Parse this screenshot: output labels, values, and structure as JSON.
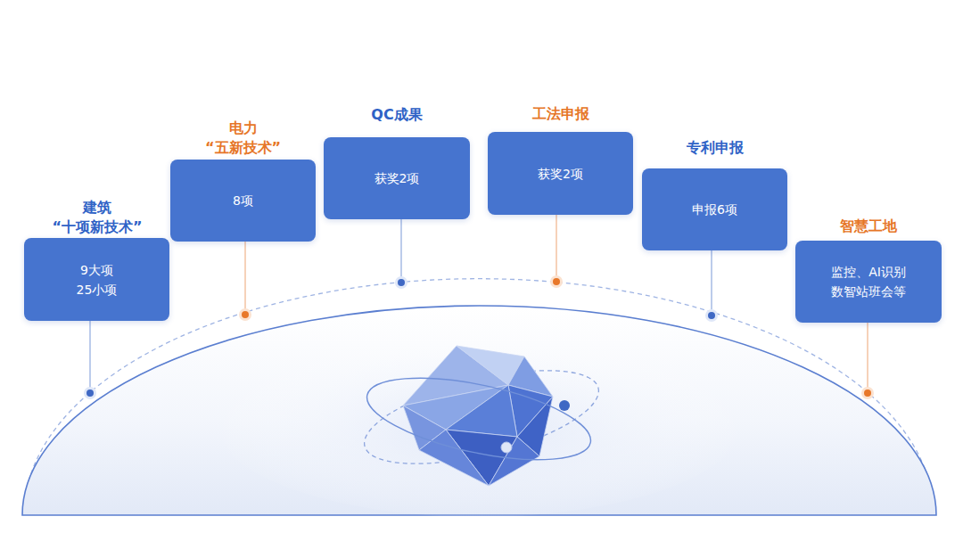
{
  "diagram": {
    "nodes": [
      {
        "text": [
          "建筑 “十项新技术”",
          "9大项 25小项"
        ]
      },
      {
        "text": [
          "电力 “五新技术”",
          "8项"
        ]
      },
      {
        "text": [
          "QC成果",
          "获奖2项"
        ]
      },
      {
        "text": [
          "工法申报",
          "获奖2项"
        ]
      },
      {
        "text": [
          "专利申报",
          "申报6项"
        ]
      },
      {
        "text": [
          "智慧工地",
          "监控、AI识别 数智站班会等"
        ]
      }
    ]
  }
}
